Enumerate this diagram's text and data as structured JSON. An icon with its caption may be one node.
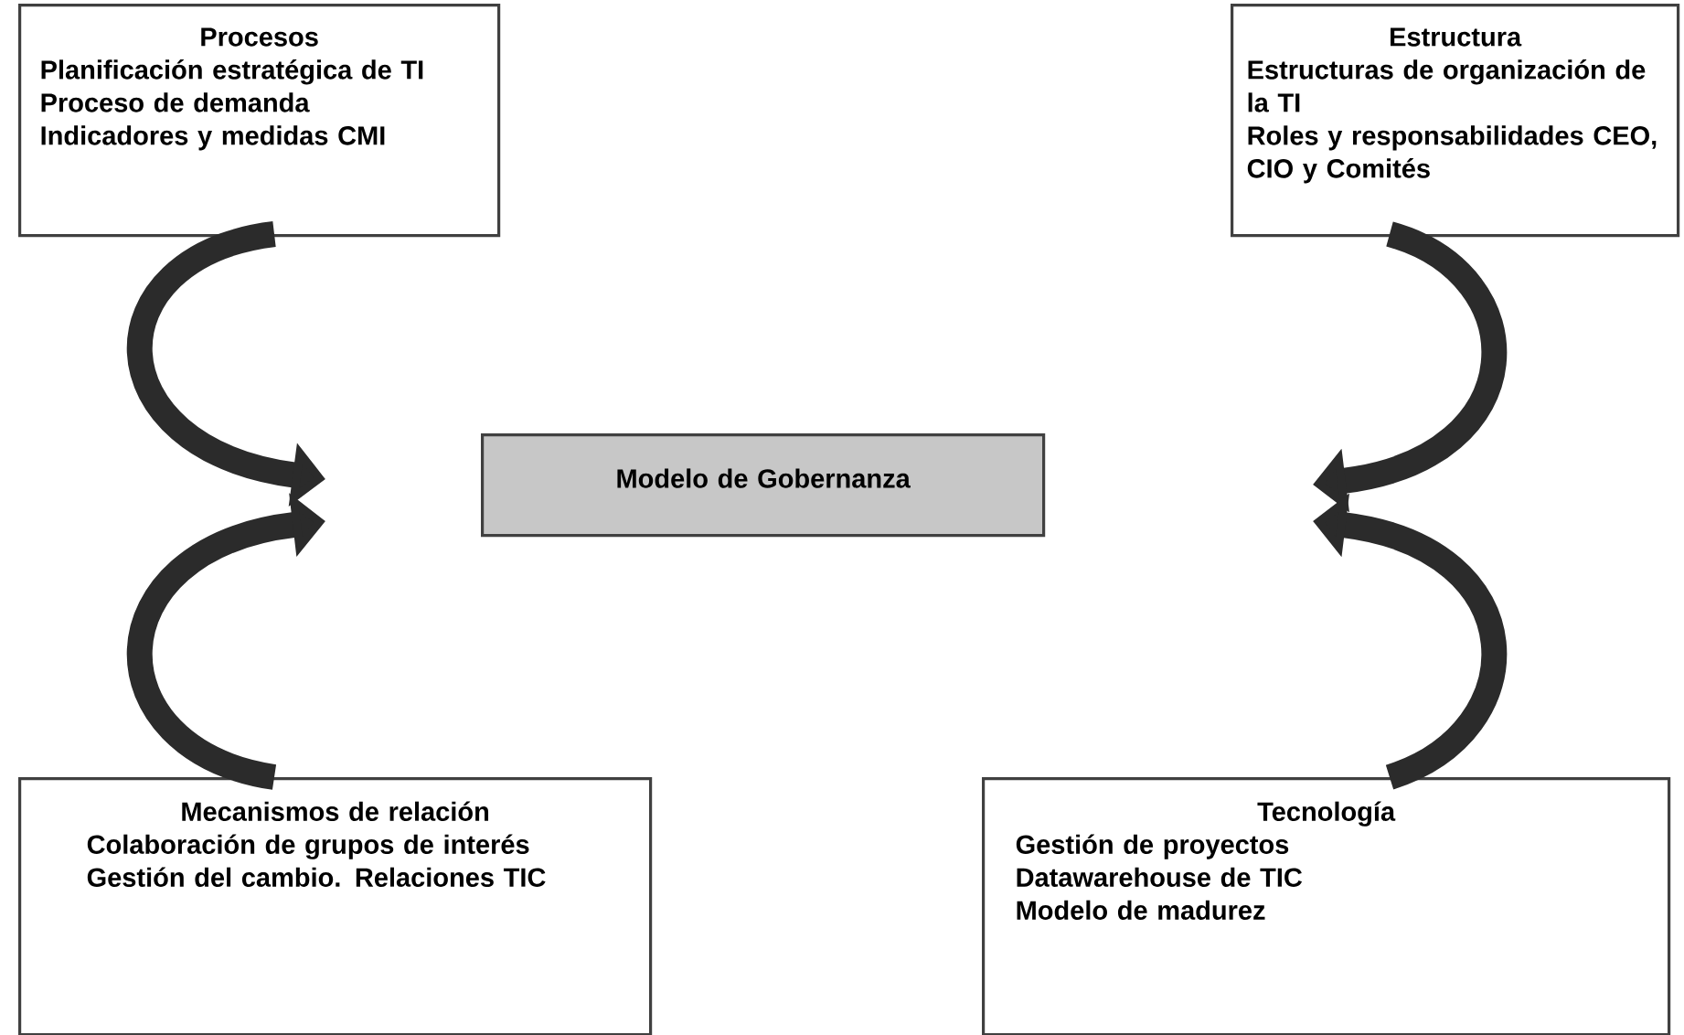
{
  "diagram": {
    "nodes": [
      {
        "text": [
          "Procesos",
          "Planificación estratégica de TI",
          "Proceso de demanda",
          "Indicadores y medidas CMI"
        ]
      },
      {
        "text": [
          "Estructura",
          "Estructuras de organización de la TI",
          "Roles y responsabilidades CEO, CIO y Comités"
        ]
      },
      {
        "text": [
          "Modelo de Gobernanza"
        ]
      },
      {
        "text": [
          "Mecanismos de relación",
          "Colaboración de grupos de interés",
          "Gestión del cambio. Relaciones TIC"
        ]
      },
      {
        "text": [
          "Tecnología",
          "Gestión de proyectos",
          "Datawarehouse de TIC",
          "Modelo de madurez"
        ]
      }
    ],
    "edges": [
      {
        "from": 0,
        "to": null,
        "arrow": "to"
      },
      {
        "from": 1,
        "to": null,
        "arrow": "to"
      },
      {
        "from": 3,
        "to": null,
        "arrow": "to"
      },
      {
        "from": 4,
        "to": null,
        "arrow": "to"
      }
    ]
  }
}
